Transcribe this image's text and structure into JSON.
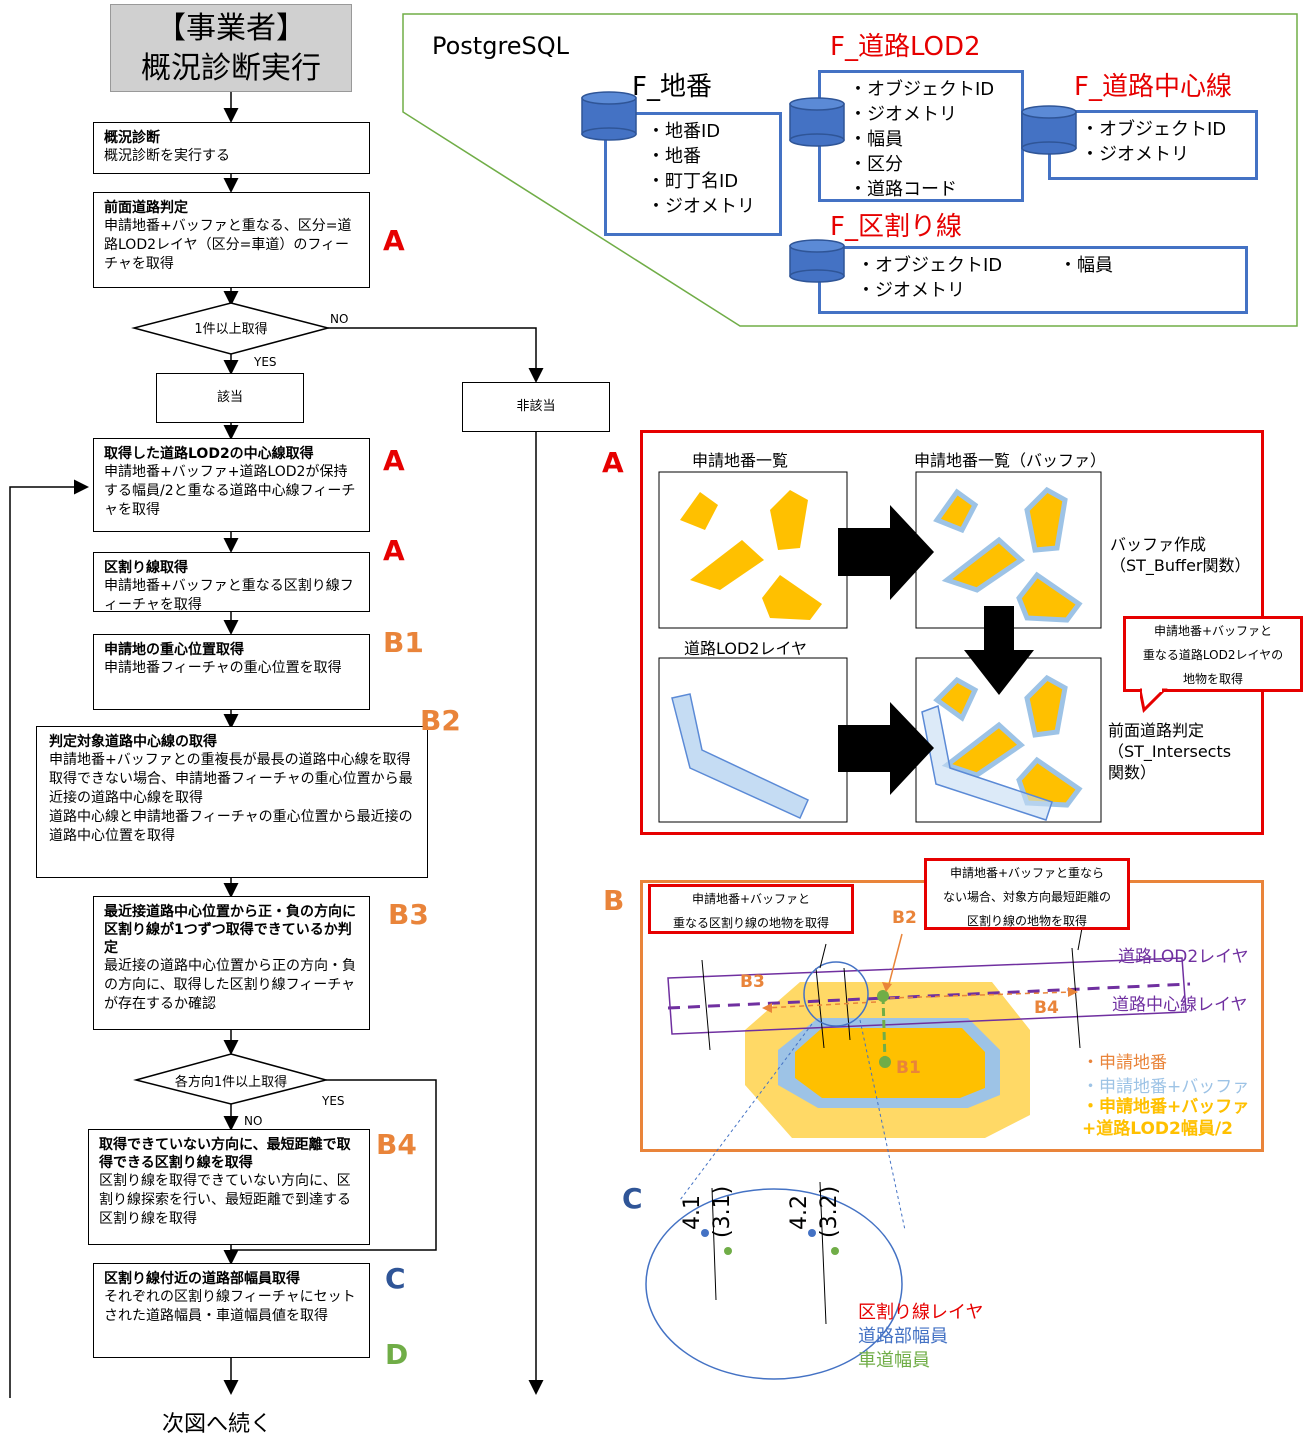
{
  "start": {
    "line1": "【事業者】",
    "line2": "概況診断実行"
  },
  "steps": [
    {
      "title": "概況診断",
      "desc": "概況診断を実行する"
    },
    {
      "title": "前面道路判定",
      "desc": "申請地番+バッファと重なる、区分=道路LOD2レイヤ（区分=車道）のフィーチャを取得"
    },
    {
      "title": "取得した道路LOD2の中心線取得",
      "desc": "申請地番+バッファ+道路LOD2が保持する幅員/2と重なる道路中心線フィーチャを取得"
    },
    {
      "title": "区割り線取得",
      "desc": "申請地番+バッファと重なる区割り線フィーチャを取得"
    },
    {
      "title": "申請地の重心位置取得",
      "desc": "申請地番フィーチャの重心位置を取得"
    },
    {
      "title": "判定対象道路中心線の取得",
      "desc": "申請地番+バッファとの重複長が最長の道路中心線を取得\n取得できない場合、申請地番フィーチャの重心位置から最近接の道路中心線を取得\n道路中心線と申請地番フィーチャの重心位置から最近接の道路中心位置を取得"
    },
    {
      "title": "最近接道路中心位置から正・負の方向に区割り線が1つずつ取得できているか判定",
      "desc": "最近接の道路中心位置から正の方向・負の方向に、取得した区割り線フィーチャが存在するか確認"
    },
    {
      "title": "取得できていない方向に、最短距離で取得できる区割り線を取得",
      "desc": "区割り線を取得できていない方向に、区割り線探索を行い、最短距離で到達する区割り線を取得"
    },
    {
      "title": "区割り線付近の道路部幅員取得",
      "desc": "それぞれの区割り線フィーチャにセットされた道路幅員・車道幅員値を取得"
    }
  ],
  "decisions": {
    "d1": "1件以上取得",
    "d2": "各方向1件以上取得",
    "yes": "YES",
    "no": "NO"
  },
  "results": {
    "match": "該当",
    "nomatch": "非該当"
  },
  "continue": "次図へ続く",
  "labels": {
    "A": "A",
    "B1": "B1",
    "B2": "B2",
    "B3": "B3",
    "B4": "B4",
    "C": "C",
    "D": "D",
    "B": "B"
  },
  "db": {
    "title": "PostgreSQL",
    "chiban": {
      "name": "F_地番",
      "fields": [
        "・地番ID",
        "・地番",
        "・町丁名ID",
        "・ジオメトリ"
      ]
    },
    "road": {
      "name": "F_道路LOD2",
      "fields": [
        "・オブジェクトID",
        "・ジオメトリ",
        "・幅員",
        "・区分",
        "・道路コード"
      ]
    },
    "center": {
      "name": "F_道路中心線",
      "fields": [
        "・オブジェクトID",
        "・ジオメトリ"
      ]
    },
    "kuwari": {
      "name": "F_区割り線",
      "fields": [
        "・オブジェクトID",
        "・ジオメトリ"
      ],
      "extra": "・幅員"
    }
  },
  "panelA": {
    "t1": "申請地番一覧",
    "t2": "申請地番一覧（バッファ）",
    "t3": "道路LOD2レイヤ",
    "buffer": "バッファ作成\n（ST_Buffer関数）",
    "callout": "申請地番+バッファと\n重なる道路LOD2レイヤの\n地物を取得",
    "judge": "前面道路判定\n（ST_Intersects\n関数）"
  },
  "panelB": {
    "callout1": "申請地番+バッファと\n重なる区割り線の地物を取得",
    "callout2": "申請地番+バッファと重なら\nない場合、対象方向最短距離の\n区割り線の地物を取得",
    "road": "道路LOD2レイヤ",
    "center": "道路中心線レイヤ",
    "leg1": "・申請地番",
    "leg2": "・申請地番+バッファ",
    "leg3": "・申請地番+バッファ\n+道路LOD2幅員/2"
  },
  "panelC": {
    "v1a": "4.1",
    "v1b": "(3.1)",
    "v2a": "4.2",
    "v2b": "(3.2)",
    "leg1": "区割り線レイヤ",
    "leg2": "道路部幅員",
    "leg3": "車道幅員"
  },
  "colors": {
    "red": "#e60000",
    "orange": "#e9843a",
    "blue": "#2f5597",
    "green": "#70ad47",
    "poly": "#ffc000",
    "buf": "#9dc3e6"
  }
}
